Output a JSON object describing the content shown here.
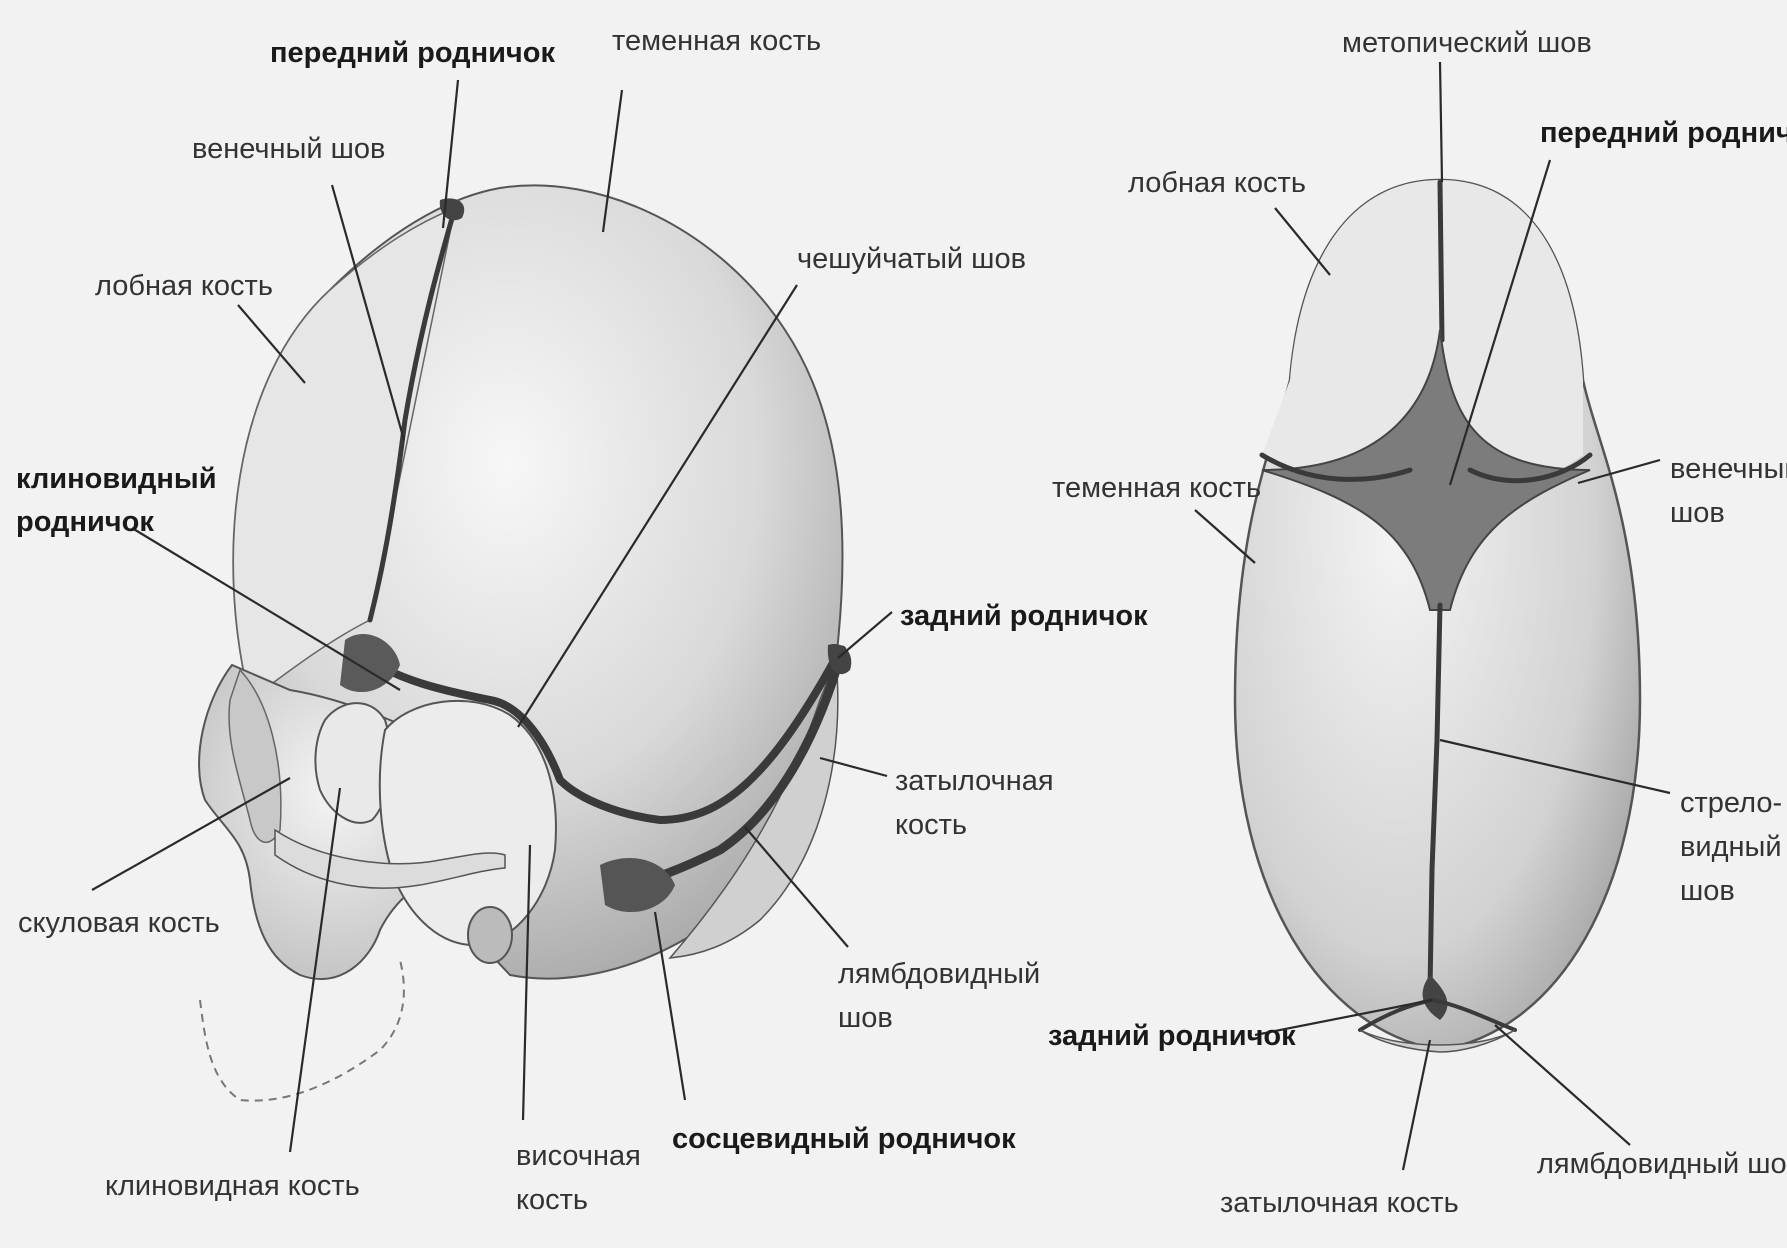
{
  "lateral_view": {
    "labels": {
      "anterior_fontanelle": "передний родничок",
      "parietal_bone": "теменная кость",
      "coronal_suture": "венечный шов",
      "frontal_bone": "лобная кость",
      "squamous_suture": "чешуйчатый шов",
      "sphenoid_fontanelle": [
        "клиновидный",
        "родничок"
      ],
      "posterior_fontanelle": "задний родничок",
      "occipital_bone": [
        "затылочная",
        "кость"
      ],
      "zygomatic_bone": "скуловая кость",
      "lambdoid_suture": [
        "лямбдовидный",
        "шов"
      ],
      "sphenoid_bone": "клиновидная кость",
      "temporal_bone": [
        "височная",
        "кость"
      ],
      "mastoid_fontanelle": "сосцевидный родничок"
    }
  },
  "top_view": {
    "labels": {
      "metopic_suture": "метопический шов",
      "anterior_fontanelle": "передний родничок",
      "frontal_bone": "лобная кость",
      "parietal_bone": "теменная кость",
      "coronal_suture": [
        "венечный",
        "шов"
      ],
      "sagittal_suture": [
        "стрело-",
        "видный",
        "шов"
      ],
      "posterior_fontanelle": "задний родничок",
      "occipital_bone": "затылочная кость",
      "lambdoid_suture": "лямбдовидный шов"
    }
  }
}
